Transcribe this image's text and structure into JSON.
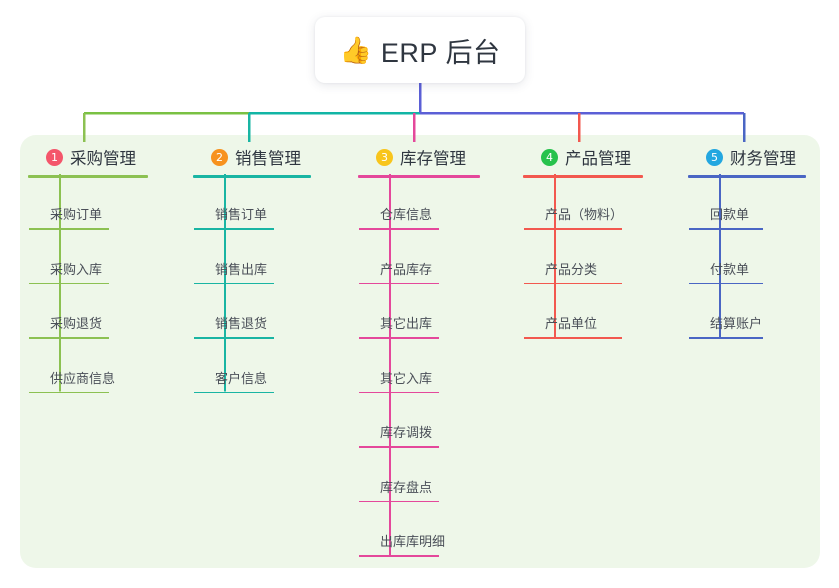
{
  "diagram": {
    "type": "org-chart",
    "root": {
      "emoji": "👍",
      "emoji_name": "thumbs-up-icon",
      "title": "ERP 后台"
    },
    "colors": {
      "panel_background": "#eef7e9",
      "page_background": "#ffffff",
      "card_background": "#ffffff",
      "title_text": "#2f3640",
      "leaf_text": "#4a4f58",
      "root_stem": "#5b5fd6",
      "bus_left": "#7ac143",
      "bus_mid": "#12b5a5",
      "bus_right": "#5b5fd6"
    },
    "branches": [
      {
        "index": "1",
        "title": "采购管理",
        "badge_color": "#f4566b",
        "line_color": "#8cc152",
        "items": [
          "采购订单",
          "采购入库",
          "采购退货",
          "供应商信息"
        ]
      },
      {
        "index": "2",
        "title": "销售管理",
        "badge_color": "#f7921e",
        "line_color": "#19b5a3",
        "items": [
          "销售订单",
          "销售出库",
          "销售退货",
          "客户信息"
        ]
      },
      {
        "index": "3",
        "title": "库存管理",
        "badge_color": "#f8c51c",
        "line_color": "#e4489b",
        "items": [
          "仓库信息",
          "产品库存",
          "其它出库",
          "其它入库",
          "库存调拨",
          "库存盘点",
          "出库库明细"
        ]
      },
      {
        "index": "4",
        "title": "产品管理",
        "badge_color": "#27c24c",
        "line_color": "#f2584f",
        "items": [
          "产品（物料）",
          "产品分类",
          "产品单位"
        ]
      },
      {
        "index": "5",
        "title": "财务管理",
        "badge_color": "#23a7e0",
        "line_color": "#4a66c4",
        "items": [
          "回款单",
          "付款单",
          "结算账户"
        ]
      }
    ]
  }
}
